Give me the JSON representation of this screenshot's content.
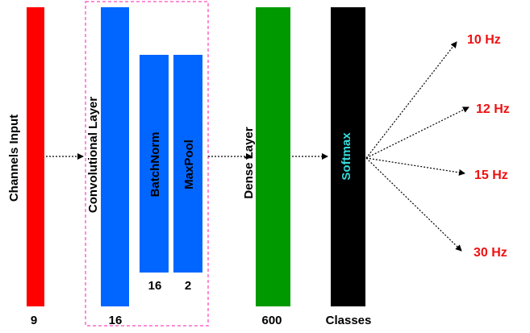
{
  "colors": {
    "input": "#ff0000",
    "conv": "#0066ff",
    "dense": "#009900",
    "softmax": "#000000",
    "softmax_text": "#33dddd",
    "group_border": "#ff66cc",
    "output": "#ee1111"
  },
  "blocks": {
    "input": {
      "label": "Channels Input",
      "size": "9"
    },
    "conv": {
      "label": "Convolutional Layer",
      "size": "16"
    },
    "batchnorm": {
      "label": "BatchNorm",
      "size": "16"
    },
    "maxpool": {
      "label": "MaxPool",
      "size": "2"
    },
    "dense": {
      "label": "Dense Layer",
      "size": "600"
    },
    "softmax": {
      "label": "Softmax",
      "size": "Classes"
    }
  },
  "outputs": [
    "10 Hz",
    "12 Hz",
    "15 Hz",
    "30 Hz"
  ]
}
